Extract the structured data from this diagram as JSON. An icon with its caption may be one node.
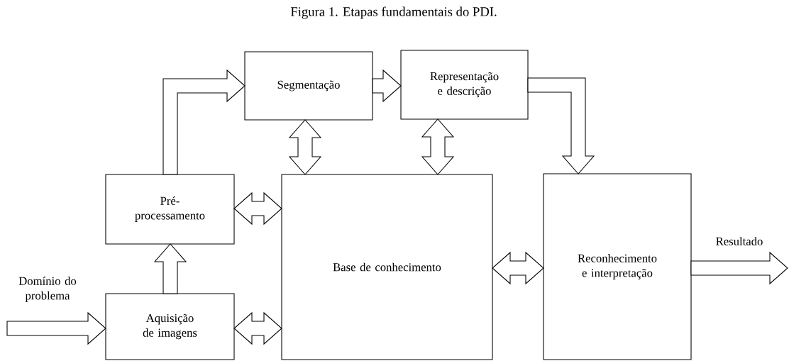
{
  "diagram": {
    "title": "Figura 1. Etapas fundamentais do PDI.",
    "nodes": [
      {
        "text": [
          "Segmentação"
        ]
      },
      {
        "text": [
          "Representação e descrição"
        ]
      },
      {
        "text": [
          "Pré-processamento"
        ]
      },
      {
        "text": [
          "Base de conhecimento"
        ]
      },
      {
        "text": [
          "Reconhecimento e interpretação"
        ]
      },
      {
        "text": [
          "Aquisição de imagens"
        ]
      }
    ],
    "edges": [
      {
        "from": null,
        "to": 5,
        "arrow": "to",
        "label": "Domínio do problema"
      },
      {
        "from": 5,
        "to": 2,
        "arrow": "to"
      },
      {
        "from": 2,
        "to": 0,
        "arrow": "to"
      },
      {
        "from": 0,
        "to": 1,
        "arrow": "to"
      },
      {
        "from": 1,
        "to": 4,
        "arrow": "to"
      },
      {
        "from": 0,
        "to": 3,
        "arrow": "both"
      },
      {
        "from": 1,
        "to": 3,
        "arrow": "both"
      },
      {
        "from": 2,
        "to": 3,
        "arrow": "both"
      },
      {
        "from": 5,
        "to": 3,
        "arrow": "both"
      },
      {
        "from": 3,
        "to": 4,
        "arrow": "both"
      },
      {
        "from": 4,
        "to": null,
        "arrow": "to",
        "label": "Resultado"
      }
    ]
  }
}
